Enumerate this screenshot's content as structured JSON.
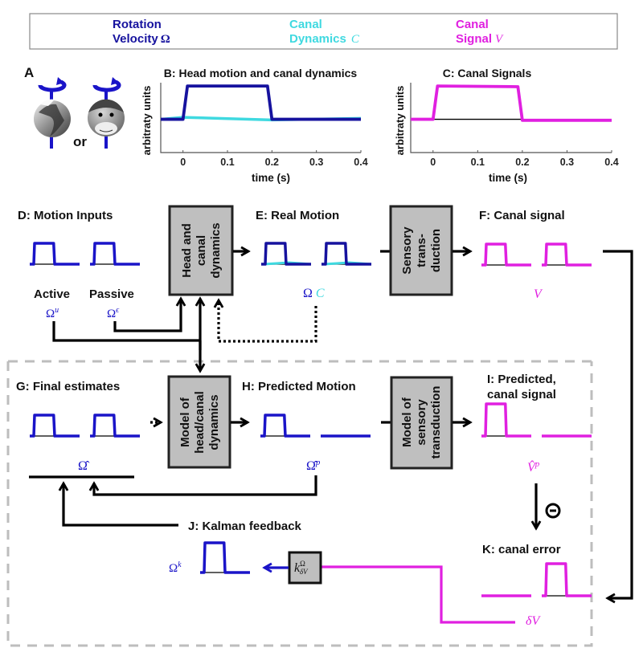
{
  "colors": {
    "rotation": "#1a14c8",
    "rotation_dark": "#16129e",
    "canal_dynamics": "#3fd9e0",
    "canal_signal": "#e020e0",
    "baseline": "#000000",
    "box_fill": "#bfbfbf",
    "dashed_region": "#bdbdbd"
  },
  "legend": {
    "items": [
      {
        "line1": "Rotation",
        "line2": "Velocity",
        "symbol": "Ω",
        "color_key": "rotation_dark"
      },
      {
        "line1": "Canal",
        "line2": "Dynamics",
        "symbol": "C",
        "color_key": "canal_dynamics"
      },
      {
        "line1": "Canal",
        "line2": "Signal",
        "symbol": "V",
        "color_key": "canal_signal"
      }
    ]
  },
  "panel_a": {
    "label": "A",
    "or_text": "or",
    "icons": [
      "rotating-head-icon",
      "monkey-head-icon"
    ]
  },
  "chart_data": [
    {
      "type": "line",
      "title": "B: Head motion and canal dynamics",
      "xlabel": "time (s)",
      "ylabel": "arbitraty units",
      "xlim": [
        -0.05,
        0.4
      ],
      "ylim": [
        -1,
        1.1
      ],
      "xticks": [
        "0",
        "0.1",
        "0.2",
        "0.3",
        "0.4"
      ],
      "xtick_values": [
        0,
        0.1,
        0.2,
        0.3,
        0.4
      ],
      "grid": false,
      "series": [
        {
          "name": "Canal Dynamics C",
          "color_key": "canal_dynamics",
          "x": [
            -0.05,
            0.0,
            0.2,
            0.4
          ],
          "y": [
            0,
            0.06,
            -0.02,
            0.03
          ]
        },
        {
          "name": "Rotation Velocity Ω",
          "color_key": "rotation_dark",
          "x": [
            -0.05,
            0.0,
            0.01,
            0.19,
            0.2,
            0.4
          ],
          "y": [
            0,
            0,
            1,
            1,
            0,
            0
          ]
        }
      ]
    },
    {
      "type": "line",
      "title": "C: Canal Signals",
      "xlabel": "time (s)",
      "ylabel": "arbitraty units",
      "xlim": [
        -0.05,
        0.4
      ],
      "ylim": [
        -1,
        1.1
      ],
      "xticks": [
        "0",
        "0.1",
        "0.2",
        "0.3",
        "0.4"
      ],
      "xtick_values": [
        0,
        0.1,
        0.2,
        0.3,
        0.4
      ],
      "grid": false,
      "series": [
        {
          "name": "baseline",
          "color_key": "baseline",
          "x": [
            0,
            0.2
          ],
          "y": [
            0,
            0
          ]
        },
        {
          "name": "Canal Signal V",
          "color_key": "canal_signal",
          "x": [
            -0.05,
            0.0,
            0.01,
            0.19,
            0.2,
            0.4
          ],
          "y": [
            0,
            0,
            1,
            0.98,
            -0.03,
            -0.03
          ]
        }
      ]
    }
  ],
  "panels": {
    "d": {
      "title": "D: Motion Inputs",
      "labels": [
        "Active",
        "Passive"
      ],
      "symbols": [
        {
          "base": "Ω",
          "sup": "u"
        },
        {
          "base": "Ω",
          "sup": "ϵ"
        }
      ]
    },
    "e": {
      "title": "E: Real Motion",
      "symbols": [
        {
          "base": "Ω",
          "color_key": "rotation"
        },
        {
          "base": "C",
          "color_key": "canal_dynamics"
        }
      ]
    },
    "f": {
      "title": "F: Canal signal",
      "symbol": "V"
    },
    "g": {
      "title": "G: Final estimates",
      "symbol": "Ω̂"
    },
    "h": {
      "title": "H: Predicted Motion",
      "symbol": {
        "base": "Ω̂",
        "sup": "p"
      }
    },
    "i": {
      "title_line1": "I: Predicted,",
      "title_line2": "canal signal",
      "symbol": {
        "base": "V̂",
        "sup": "p"
      }
    },
    "j": {
      "title": "J: Kalman feedback",
      "symbol": {
        "base": "Ω",
        "sup": "k"
      }
    },
    "k": {
      "title": "K: canal error",
      "symbol": "δV",
      "minus_sign": "−"
    }
  },
  "boxes": {
    "head_canal": [
      "Head and",
      "canal",
      "dynamics"
    ],
    "sensory": [
      "Sensory",
      "trans-",
      "duction"
    ],
    "model_head": [
      "Model of",
      "head/canal",
      "dynamics"
    ],
    "model_sensory": [
      "Model of",
      "sensory",
      "transduction"
    ],
    "kalman_gain": {
      "base": "k",
      "sup": "Ω",
      "sub": "δV"
    }
  }
}
